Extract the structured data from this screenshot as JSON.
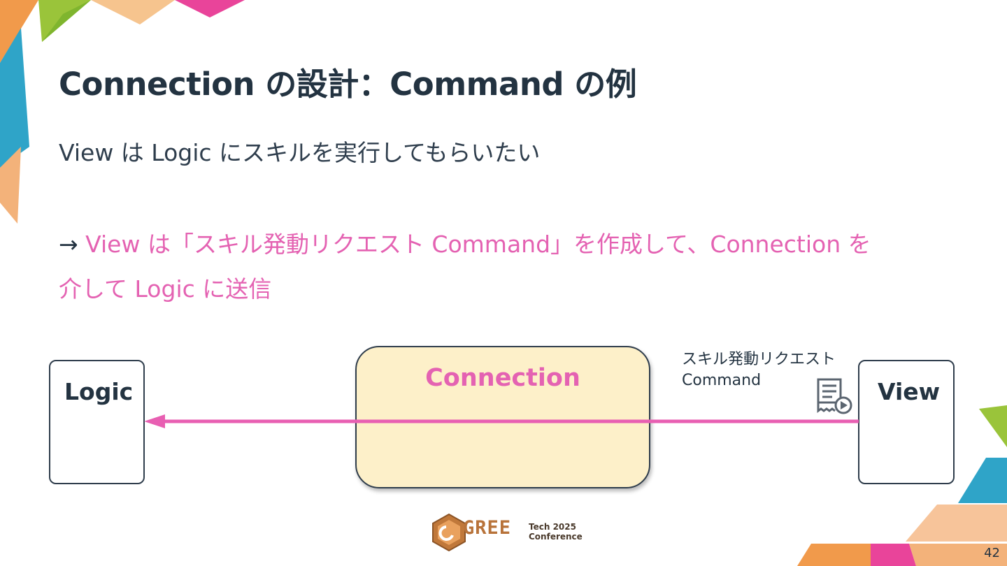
{
  "slide": {
    "title": "Connection の設計：Command の例",
    "subtitle": "View は Logic にスキルを実行してもらいたい",
    "highlight_arrow": "→ ",
    "highlight_line1": "View は「スキル発動リクエスト Command」を作成して、Connection を",
    "highlight_line2": "介して Logic に送信",
    "page_number": "42"
  },
  "diagram": {
    "logic_label": "Logic",
    "connection_label": "Connection",
    "view_label": "View",
    "command_label_line1": "スキル発動リクエスト",
    "command_label_line2": "Command",
    "command_icon": "document-play-icon",
    "arrow_color": "#e85fb2",
    "connection_fill": "#fdf0c9"
  },
  "footer": {
    "logo_text": "GREE",
    "logo_tech": "Tech",
    "logo_year": "2025",
    "logo_conf": "Conference"
  },
  "colors": {
    "title": "#233341",
    "accent_pink": "#e462b2",
    "deco_orange": "#f19a4b",
    "deco_cyan": "#2fa4c8",
    "deco_green": "#9ac43a",
    "deco_magenta": "#e9449a"
  }
}
